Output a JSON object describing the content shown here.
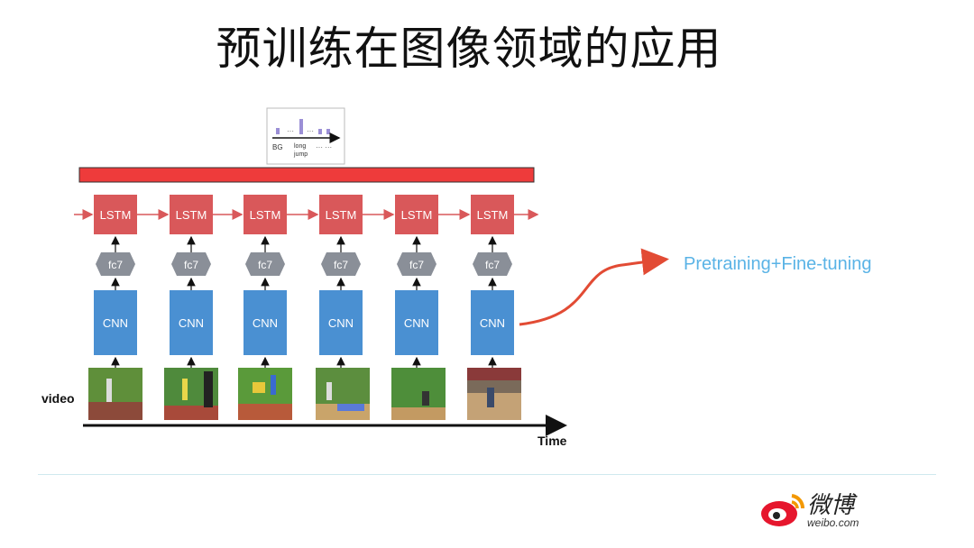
{
  "title": "预训练在图像领域的应用",
  "diagram": {
    "top_box": {
      "bg_label": "BG",
      "dots1": "···",
      "dots2": "···",
      "long_jump": "long\njump",
      "long": "long",
      "jump": "jump",
      "dots3": "··· ···"
    },
    "lstm_label": "LSTM",
    "fc_label": "fc7",
    "cnn_label": "CNN",
    "video_label": "video",
    "time_label": "Time",
    "columns": 6,
    "colors": {
      "red_bar": "#ee3b3b",
      "lstm": "#d9585a",
      "fc": "#8a8f98",
      "cnn": "#4a90d2",
      "arrow_red": "#e24b34"
    }
  },
  "annotation": "Pretraining+Fine-tuning",
  "footer": {
    "brand": "微博",
    "brand_sub": "weibo.com",
    "logo_icon": "weibo-logo-icon"
  }
}
